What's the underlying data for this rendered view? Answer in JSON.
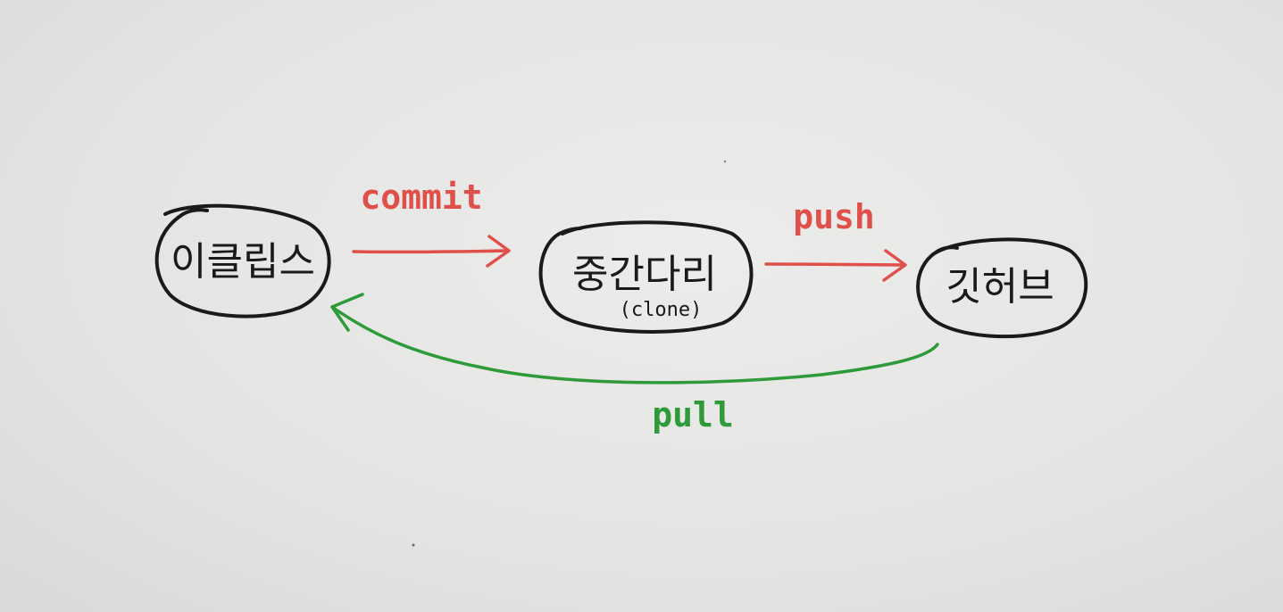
{
  "colors": {
    "ink": "#1a1a1a",
    "red": "#e0504a",
    "green": "#2e9a3a",
    "paper": "#e8e8e6"
  },
  "nodes": {
    "eclipse": {
      "label": "이클립스"
    },
    "middle": {
      "label": "중간다리",
      "sub": "(clone)"
    },
    "github": {
      "label": "깃허브"
    }
  },
  "edges": {
    "commit": {
      "label": "commit",
      "color": "red"
    },
    "push": {
      "label": "push",
      "color": "red"
    },
    "pull": {
      "label": "pull",
      "color": "green"
    }
  }
}
